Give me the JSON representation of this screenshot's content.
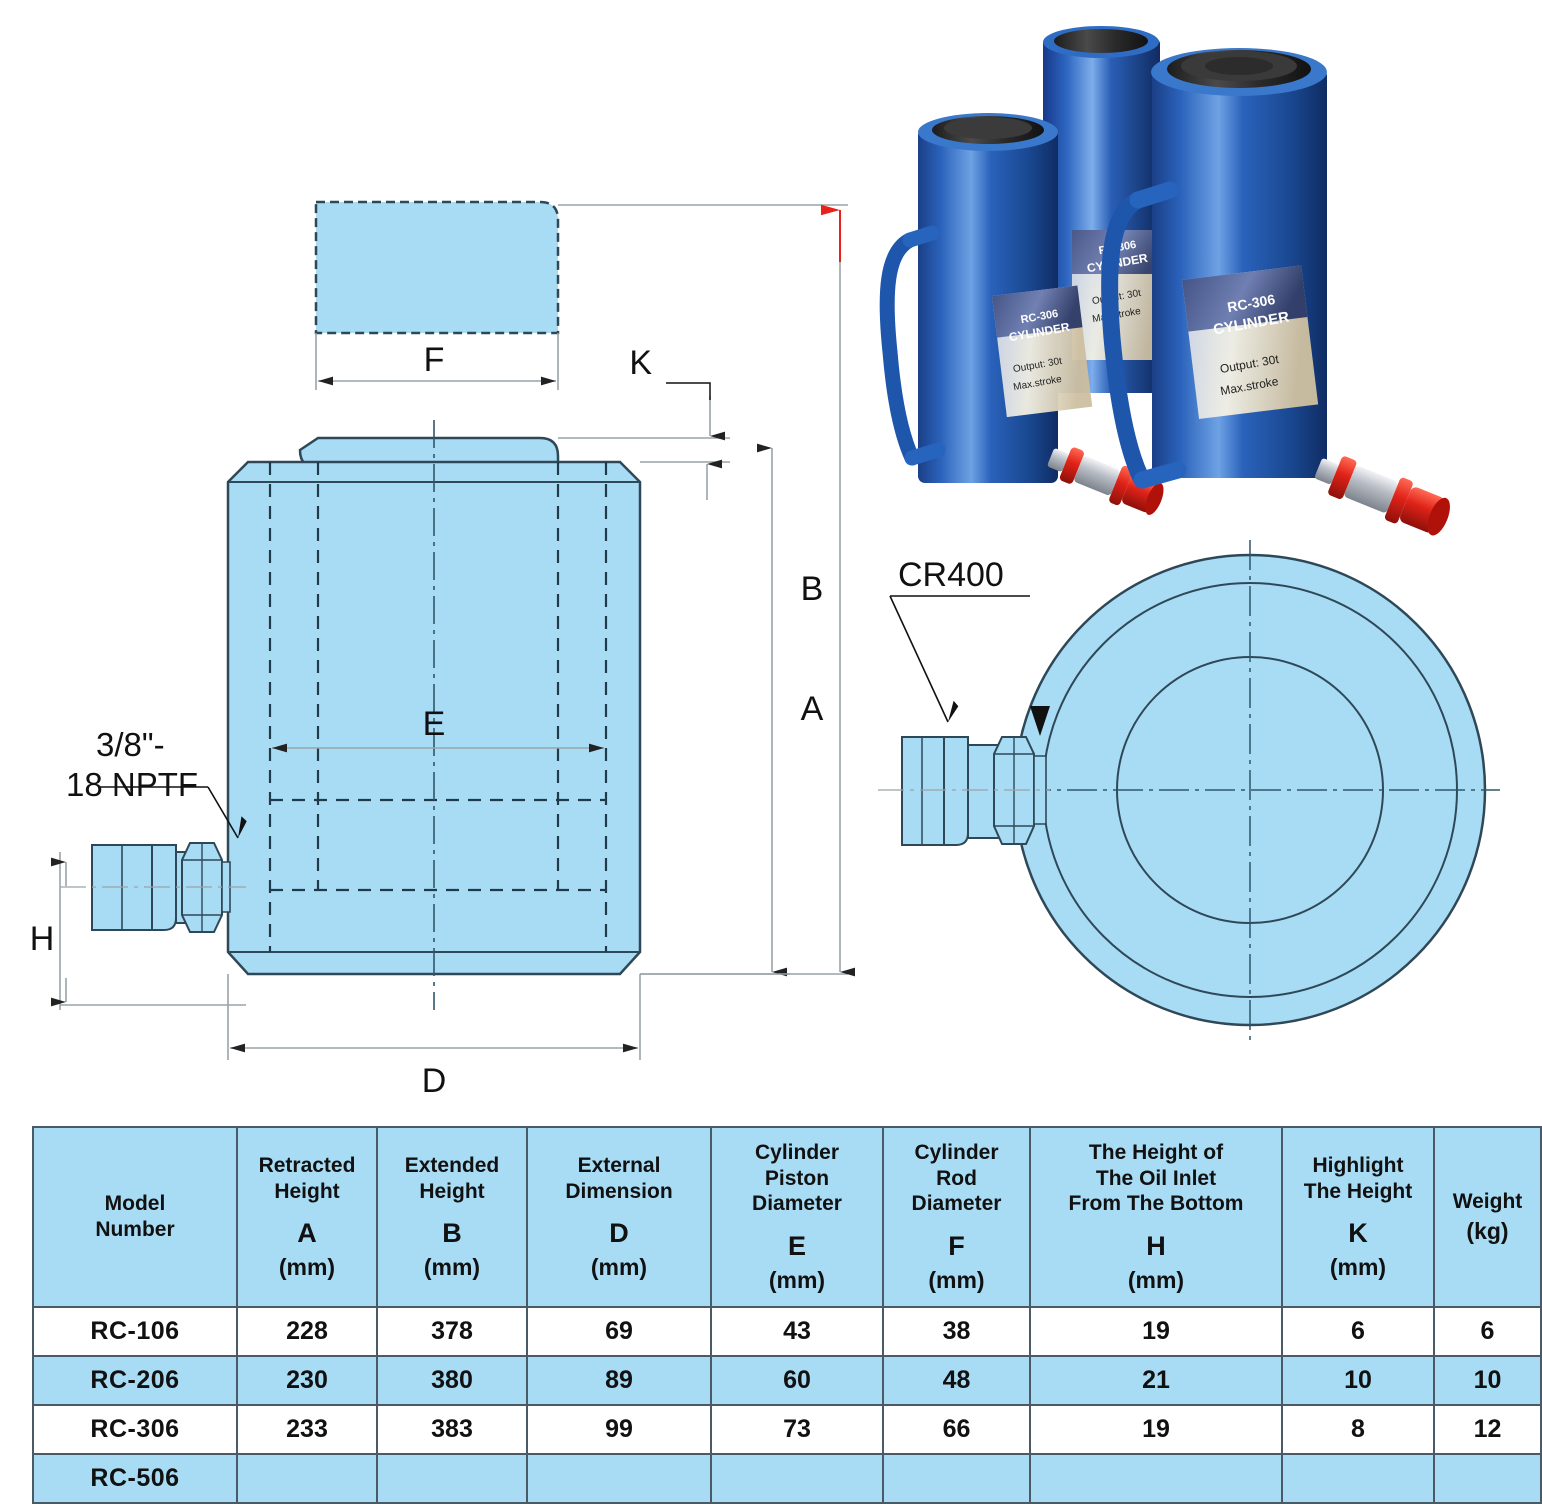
{
  "drawing": {
    "labels": {
      "port_thread_line1": "3/8\"-",
      "port_thread_line2": "18 NPTF",
      "coupler": "CR400",
      "dim_A": "A",
      "dim_B": "B",
      "dim_D": "D",
      "dim_E": "E",
      "dim_F": "F",
      "dim_H": "H",
      "dim_K": "K"
    },
    "colors": {
      "part_fill": "#a8dcf5",
      "outline": "#2f4858",
      "dim_line": "#9aa3a8",
      "arrow_highlight": "#e8221a"
    }
  },
  "photo": {
    "alt": "three blue hydraulic ram cylinders with red quick couplers",
    "label_model": "RC-306",
    "label_type": "CYLINDER",
    "label_output": "Output: 30t",
    "label_stroke": "Max.stroke",
    "colors": {
      "body_blue": "#1d57ae",
      "cap_black": "#2b2b2b",
      "coupler_red": "#e02319",
      "coupler_steel": "#c9ccd1"
    }
  },
  "table": {
    "headers": [
      {
        "main": "Model\nNumber",
        "symbol": "",
        "unit": ""
      },
      {
        "main": "Retracted\nHeight",
        "symbol": "A",
        "unit": "(mm)"
      },
      {
        "main": "Extended\nHeight",
        "symbol": "B",
        "unit": "(mm)"
      },
      {
        "main": "External\nDimension",
        "symbol": "D",
        "unit": "(mm)"
      },
      {
        "main": "Cylinder\nPiston\nDiameter",
        "symbol": "E",
        "unit": "(mm)"
      },
      {
        "main": "Cylinder\nRod\nDiameter",
        "symbol": "F",
        "unit": "(mm)"
      },
      {
        "main": "The Height of\nThe Oil Inlet\nFrom The Bottom",
        "symbol": "H",
        "unit": "(mm)"
      },
      {
        "main": "Highlight\nThe Height",
        "symbol": "K",
        "unit": "(mm)"
      },
      {
        "main": "Weight",
        "symbol": "",
        "unit": "(kg)"
      }
    ],
    "rows": [
      {
        "model": "RC-106",
        "A": "228",
        "B": "378",
        "D": "69",
        "E": "43",
        "F": "38",
        "H": "19",
        "K": "6",
        "W": "6"
      },
      {
        "model": "RC-206",
        "A": "230",
        "B": "380",
        "D": "89",
        "E": "60",
        "F": "48",
        "H": "21",
        "K": "10",
        "W": "10"
      },
      {
        "model": "RC-306",
        "A": "233",
        "B": "383",
        "D": "99",
        "E": "73",
        "F": "66",
        "H": "19",
        "K": "8",
        "W": "12"
      },
      {
        "model": "RC-506",
        "A": "",
        "B": "",
        "D": "",
        "E": "",
        "F": "",
        "H": "",
        "K": "",
        "W": ""
      }
    ],
    "colors": {
      "header_bg": "#a8dcf5",
      "alt_row_bg": "#a8dcf5",
      "border": "#4a5a66"
    }
  }
}
